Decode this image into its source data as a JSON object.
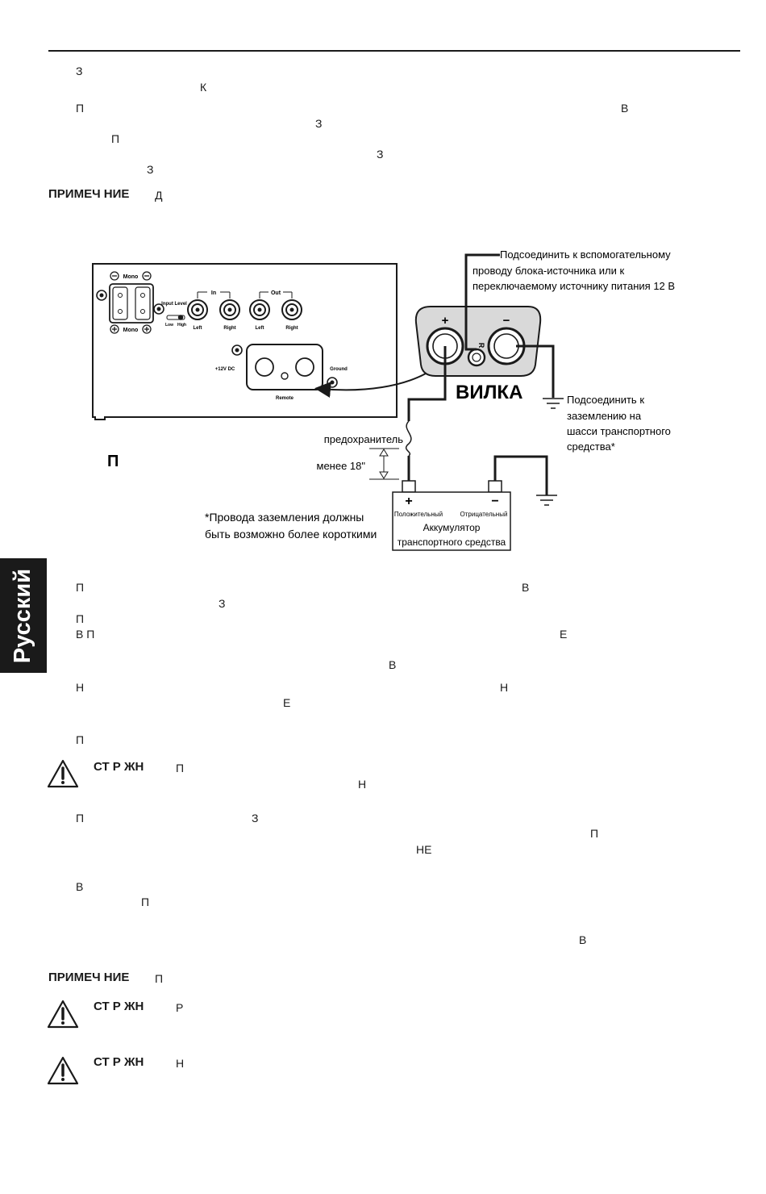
{
  "side_tab": {
    "label": "Русский"
  },
  "lines": {
    "l1": "З",
    "l2": "К",
    "l3a": "П",
    "l3b": "В",
    "l4": "З",
    "l5": "П",
    "l6": "З",
    "l7": "З",
    "note1_label": "ПРИМЕЧ НИЕ",
    "note1_text": "Д",
    "p2a": "П",
    "p2b": "В",
    "p2c": "З",
    "p3a": "П",
    "p3b": "В П",
    "p3c": "Е",
    "p3d": "В",
    "p4a": "Н",
    "p4b": "Н",
    "p4c": "Е",
    "p5a": "П",
    "warn1_label": "СТ Р ЖН",
    "warn1_text": "П",
    "warn1_text2": "Н",
    "p6a": "П",
    "p6b": "З",
    "p6c": "П",
    "p6d": "НЕ",
    "p7a": "В",
    "p7b": "П",
    "p7c": "В",
    "note2_label": "ПРИМЕЧ НИЕ",
    "note2_text": "П",
    "warn2_label": "СТ Р ЖН",
    "warn2_text": "Р",
    "warn3_label": "СТ Р ЖН",
    "warn3_text": "Н"
  },
  "diagram": {
    "panel": {
      "mono_top": "Mono",
      "mono_bottom": "Mono",
      "input_level": "Input Level",
      "low": "Low",
      "high": "High",
      "in": "In",
      "out": "Out",
      "left1": "Left",
      "right1": "Right",
      "left2": "Left",
      "right2": "Right",
      "v12": "+12V DC",
      "ground": "Ground",
      "remote": "Remote"
    },
    "fig_label": "П",
    "plug_plus": "+",
    "plug_minus": "−",
    "plug_r": "R",
    "plug_name": "ВИЛКА",
    "remote_note": [
      "Подсоединить к вспомогательному",
      "проводу блока-источника или к",
      "переключаемому источнику питания 12 В"
    ],
    "ground_note": [
      "Подсоединить к",
      "заземлению на",
      "шасси транспортного",
      "средства*"
    ],
    "fuse": "предохранитель",
    "distance": "менее 18\"",
    "ground_wires_note": [
      "*Провода заземления должны",
      "быть возможно более короткими"
    ],
    "battery": {
      "plus": "+",
      "minus": "−",
      "pos_label": "Положительный",
      "neg_label": "Отрицательный",
      "name": [
        "Аккумулятор",
        "транспортного средства"
      ]
    }
  }
}
